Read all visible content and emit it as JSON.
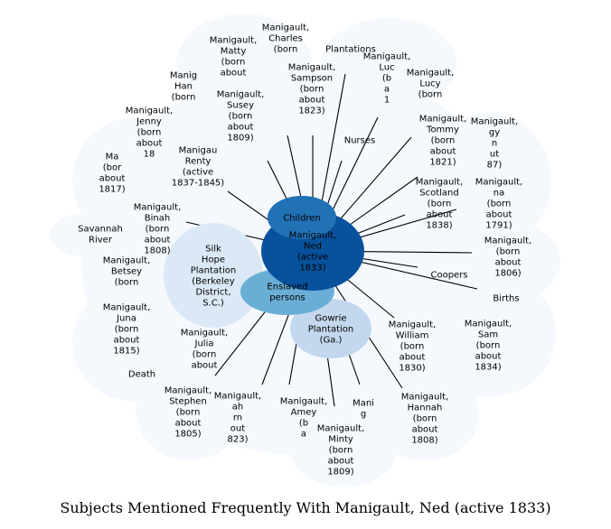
{
  "title": "Subjects Mentioned Frequently With Manigault, Ned (active 1833)",
  "center": {
    "label": "Manigault,\nNed\n(active\n1833)",
    "color": "#08519c"
  },
  "colors": {
    "halo": "#f5f9fe",
    "pale": "#dbe8f5",
    "light": "#c3d8ee",
    "mid": "#6aaed6",
    "dark": "#2171b5",
    "edge": "#000000"
  },
  "bubbles": [
    {
      "id": "silk-hope-plantation",
      "label": "Silk\nHope\nPlantation\n(Berkeley\nDistrict,\nS.C.)",
      "tone": "pale"
    },
    {
      "id": "gowrie-plantation",
      "label": "Gowrie\nPlantation\n(Ga.)",
      "tone": "light"
    },
    {
      "id": "enslaved-persons",
      "label": "Enslaved\npersons",
      "tone": "mid"
    },
    {
      "id": "children",
      "label": "Children",
      "tone": "dark"
    }
  ],
  "nodes": [
    {
      "id": "charles",
      "label": "Manigault,\nCharles\n(born"
    },
    {
      "id": "matty",
      "label": "Manigault,\nMatty\n(born\nabout"
    },
    {
      "id": "plantations",
      "label": "Plantations"
    },
    {
      "id": "luc",
      "label": "Manigault,\nLuc\n(b\na\n1"
    },
    {
      "id": "sampson",
      "label": "Manigault,\nSampson\n(born\nabout\n1823)"
    },
    {
      "id": "lucy",
      "label": "Manigault,\nLucy\n(born"
    },
    {
      "id": "han",
      "label": "Manig\nHan\n(born"
    },
    {
      "id": "susey",
      "label": "Manigault,\nSusey\n(born\nabout\n1809)"
    },
    {
      "id": "jenny",
      "label": "Manigault,\nJenny\n(born\nabout\n18"
    },
    {
      "id": "tommy",
      "label": "Manigault,\nTommy\n(born\nabout\n1821)"
    },
    {
      "id": "gy",
      "label": "Manigault,\ngy\nn\nut\n87)"
    },
    {
      "id": "nurses",
      "label": "Nurses"
    },
    {
      "id": "born-1817",
      "label": "Ma\n(bor\nabout\n1817)"
    },
    {
      "id": "renty",
      "label": "Manigau\nRenty\n(active\n1837-1845)"
    },
    {
      "id": "scotland",
      "label": "Manigault,\nScotland\n(born\nabout\n1838)"
    },
    {
      "id": "born-1791",
      "label": "Manigault,\nna\n(born\nabout\n1791)"
    },
    {
      "id": "binah",
      "label": "Manigault,\nBinah\n(born\nabout\n1808)"
    },
    {
      "id": "savannah-river",
      "label": "Savannah\nRiver"
    },
    {
      "id": "born-1806",
      "label": "Manigault,\n(born\nabout\n1806)"
    },
    {
      "id": "betsey",
      "label": "Manigault,\nBetsey\n(born"
    },
    {
      "id": "coopers",
      "label": "Coopers"
    },
    {
      "id": "births",
      "label": "Births"
    },
    {
      "id": "juna",
      "label": "Manigault,\nJuna\n(born\nabout\n1815)"
    },
    {
      "id": "julia",
      "label": "Manigault,\nJulia\n(born\nabout"
    },
    {
      "id": "william",
      "label": "Manigault,\nWilliam\n(born\nabout\n1830)"
    },
    {
      "id": "sam",
      "label": "Manigault,\nSam\n(born\nabout\n1834)"
    },
    {
      "id": "death",
      "label": "Death"
    },
    {
      "id": "stephen",
      "label": "Manigault,\nStephen\n(born\nabout\n1805)"
    },
    {
      "id": "born-1823",
      "label": "Manigault,\nah\nrn\nout\n823)"
    },
    {
      "id": "amey",
      "label": "Manigault,\nAmey\n(b\na"
    },
    {
      "id": "mani",
      "label": "Mani\ng"
    },
    {
      "id": "hannah",
      "label": "Manigault,\nHannah\n(born\nabout\n1808)"
    },
    {
      "id": "minty",
      "label": "Manigault,\nMinty\n(born\nabout\n1809)"
    }
  ]
}
